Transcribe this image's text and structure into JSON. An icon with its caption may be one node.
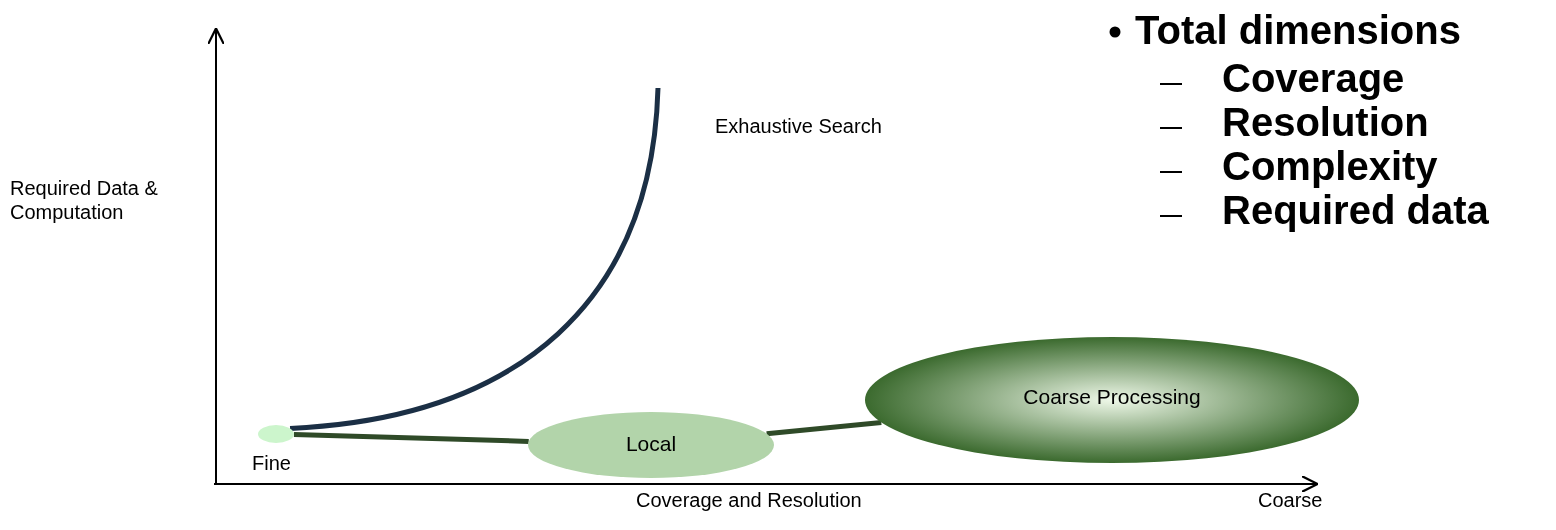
{
  "diagram": {
    "nodes": [
      {
        "text": [],
        "shape": "ellipse",
        "beside": [
          "Fine"
        ]
      },
      {
        "text": [
          "Local"
        ]
      },
      {
        "text": [
          "Coarse Processing"
        ]
      }
    ],
    "edges": [
      {
        "from": 0,
        "to": 1,
        "arrow": "none"
      },
      {
        "from": 1,
        "to": 2,
        "arrow": "none"
      },
      {
        "from": 0,
        "to": null,
        "arrow": "none",
        "color": "#1b2f45"
      }
    ],
    "labels": [
      "Total dimensions",
      "Coverage",
      "Resolution",
      "Complexity",
      "Required data",
      "Required Data & Computation",
      "Exhaustive Search",
      "Coverage and Resolution",
      "Coarse"
    ]
  }
}
